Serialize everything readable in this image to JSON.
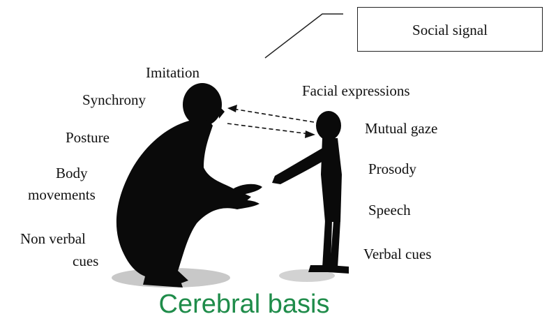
{
  "box": {
    "label": "Social signal"
  },
  "left_labels": {
    "imitation": "Imitation",
    "synchrony": "Synchrony",
    "posture": "Posture",
    "body_movements_line1": "Body",
    "body_movements_line2": "movements",
    "non_verbal_line1": "Non verbal",
    "non_verbal_line2": "cues"
  },
  "right_labels": {
    "facial_expressions": "Facial expressions",
    "mutual_gaze": "Mutual gaze",
    "prosody": "Prosody",
    "speech": "Speech",
    "verbal_cues": "Verbal cues"
  },
  "caption": "Cerebral basis",
  "colors": {
    "silhouette": "#0a0a0a",
    "shadow": "#c8c8c8",
    "caption": "#1f8c4a"
  }
}
